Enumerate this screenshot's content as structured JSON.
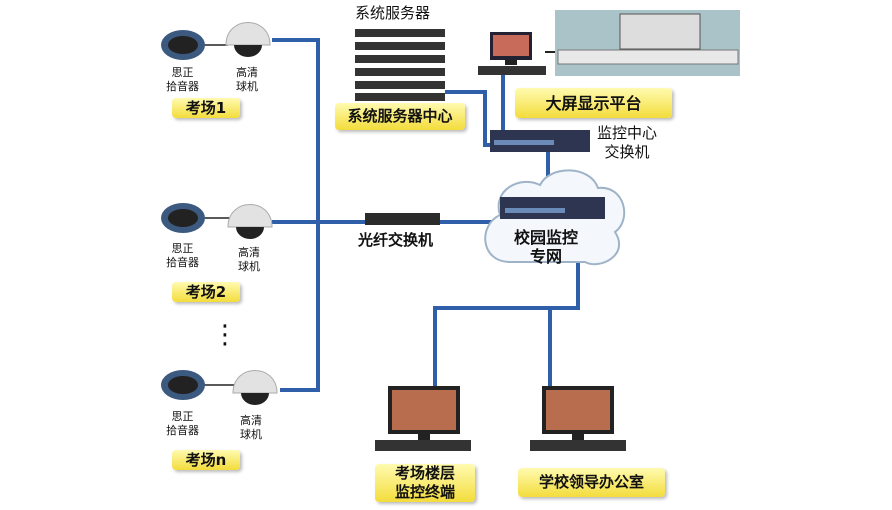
{
  "exam_rooms": [
    {
      "label": "考场1",
      "pickup_label": [
        "思正",
        "拾音器"
      ],
      "camera_label": [
        "高清",
        "球机"
      ]
    },
    {
      "label": "考场2",
      "pickup_label": [
        "思正",
        "拾音器"
      ],
      "camera_label": [
        "高清",
        "球机"
      ]
    },
    {
      "label": "考场n",
      "pickup_label": [
        "思正",
        "拾音器"
      ],
      "camera_label": [
        "高清",
        "球机"
      ]
    }
  ],
  "ellipsis": "⋮",
  "servers": {
    "title": "系统服务器",
    "center_label": "系统服务器中心"
  },
  "display": {
    "label": "大屏显示平台"
  },
  "center_switch": {
    "label": [
      "监控中心",
      "交换机"
    ]
  },
  "fiber_switch": {
    "label": "光纤交换机"
  },
  "network": {
    "label": [
      "校园监控",
      "专网"
    ]
  },
  "terminals": [
    {
      "label": [
        "考场楼层",
        "监控终端"
      ]
    },
    {
      "label": "学校领导办公室"
    }
  ],
  "colors": {
    "link": "#2f5fa8",
    "label_bg": "#f3dc3c"
  }
}
